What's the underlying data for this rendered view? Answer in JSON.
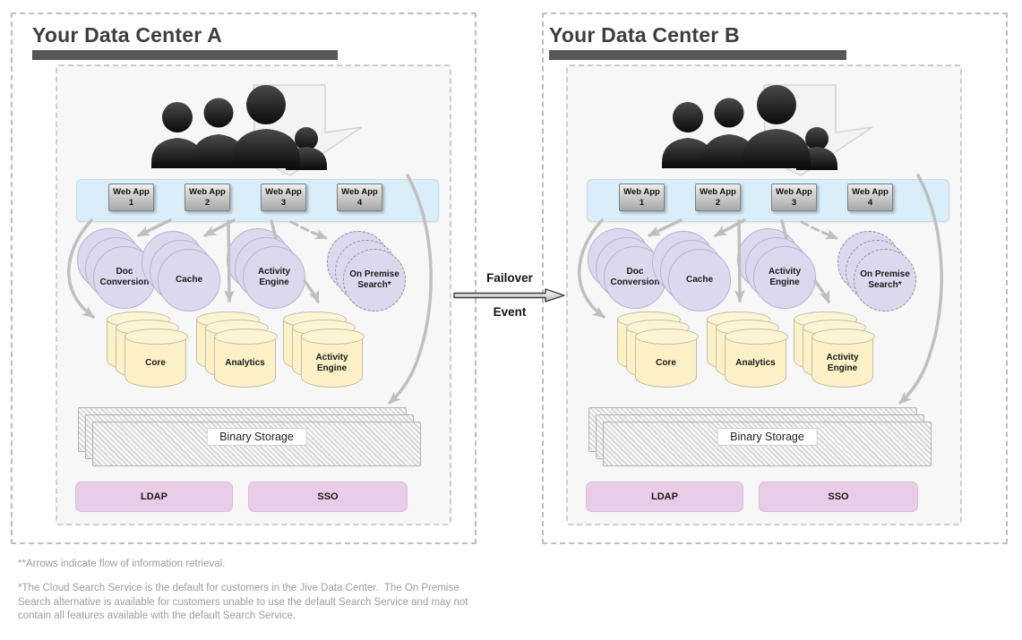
{
  "diagram": {
    "failover": {
      "line1": "Failover",
      "line2": "Event"
    },
    "footnote_arrows": "**Arrows indicate flow of information retrieval.",
    "footnote_search": "*The Cloud Search Service is the default for customers in the Jive Data Center.  The On Premise Search alternative is available for customers unable to use the default Search Service and may not contain all features available with the default Search Service.",
    "colors": {
      "web_tier_bg": "#daeefa",
      "web_app_box": "#bfbfbf",
      "service_circle_fill": "#dcd9ef",
      "database_cylinder_fill": "#fcf0c6",
      "auth_box_fill": "#e9cde8",
      "arrow_gray": "#bfbfbf",
      "title_underline": "#575757",
      "panel_bg": "#f7f7f7"
    },
    "datacenters": [
      {
        "title": "Your Data Center A",
        "web_apps": [
          "Web App 1",
          "Web App 2",
          "Web App 3",
          "Web App 4"
        ],
        "services": [
          "Doc Conversion",
          "Cache",
          "Activity Engine",
          "On Premise Search*"
        ],
        "databases": [
          "Core",
          "Analytics",
          "Activity Engine"
        ],
        "storage_label": "Binary Storage",
        "auth_boxes": [
          "LDAP",
          "SSO"
        ]
      },
      {
        "title": "Your Data Center B",
        "web_apps": [
          "Web App 1",
          "Web App 2",
          "Web App 3",
          "Web App 4"
        ],
        "services": [
          "Doc Conversion",
          "Cache",
          "Activity Engine",
          "On Premise Search*"
        ],
        "databases": [
          "Core",
          "Analytics",
          "Activity Engine"
        ],
        "storage_label": "Binary Storage",
        "auth_boxes": [
          "LDAP",
          "SSO"
        ]
      }
    ]
  }
}
